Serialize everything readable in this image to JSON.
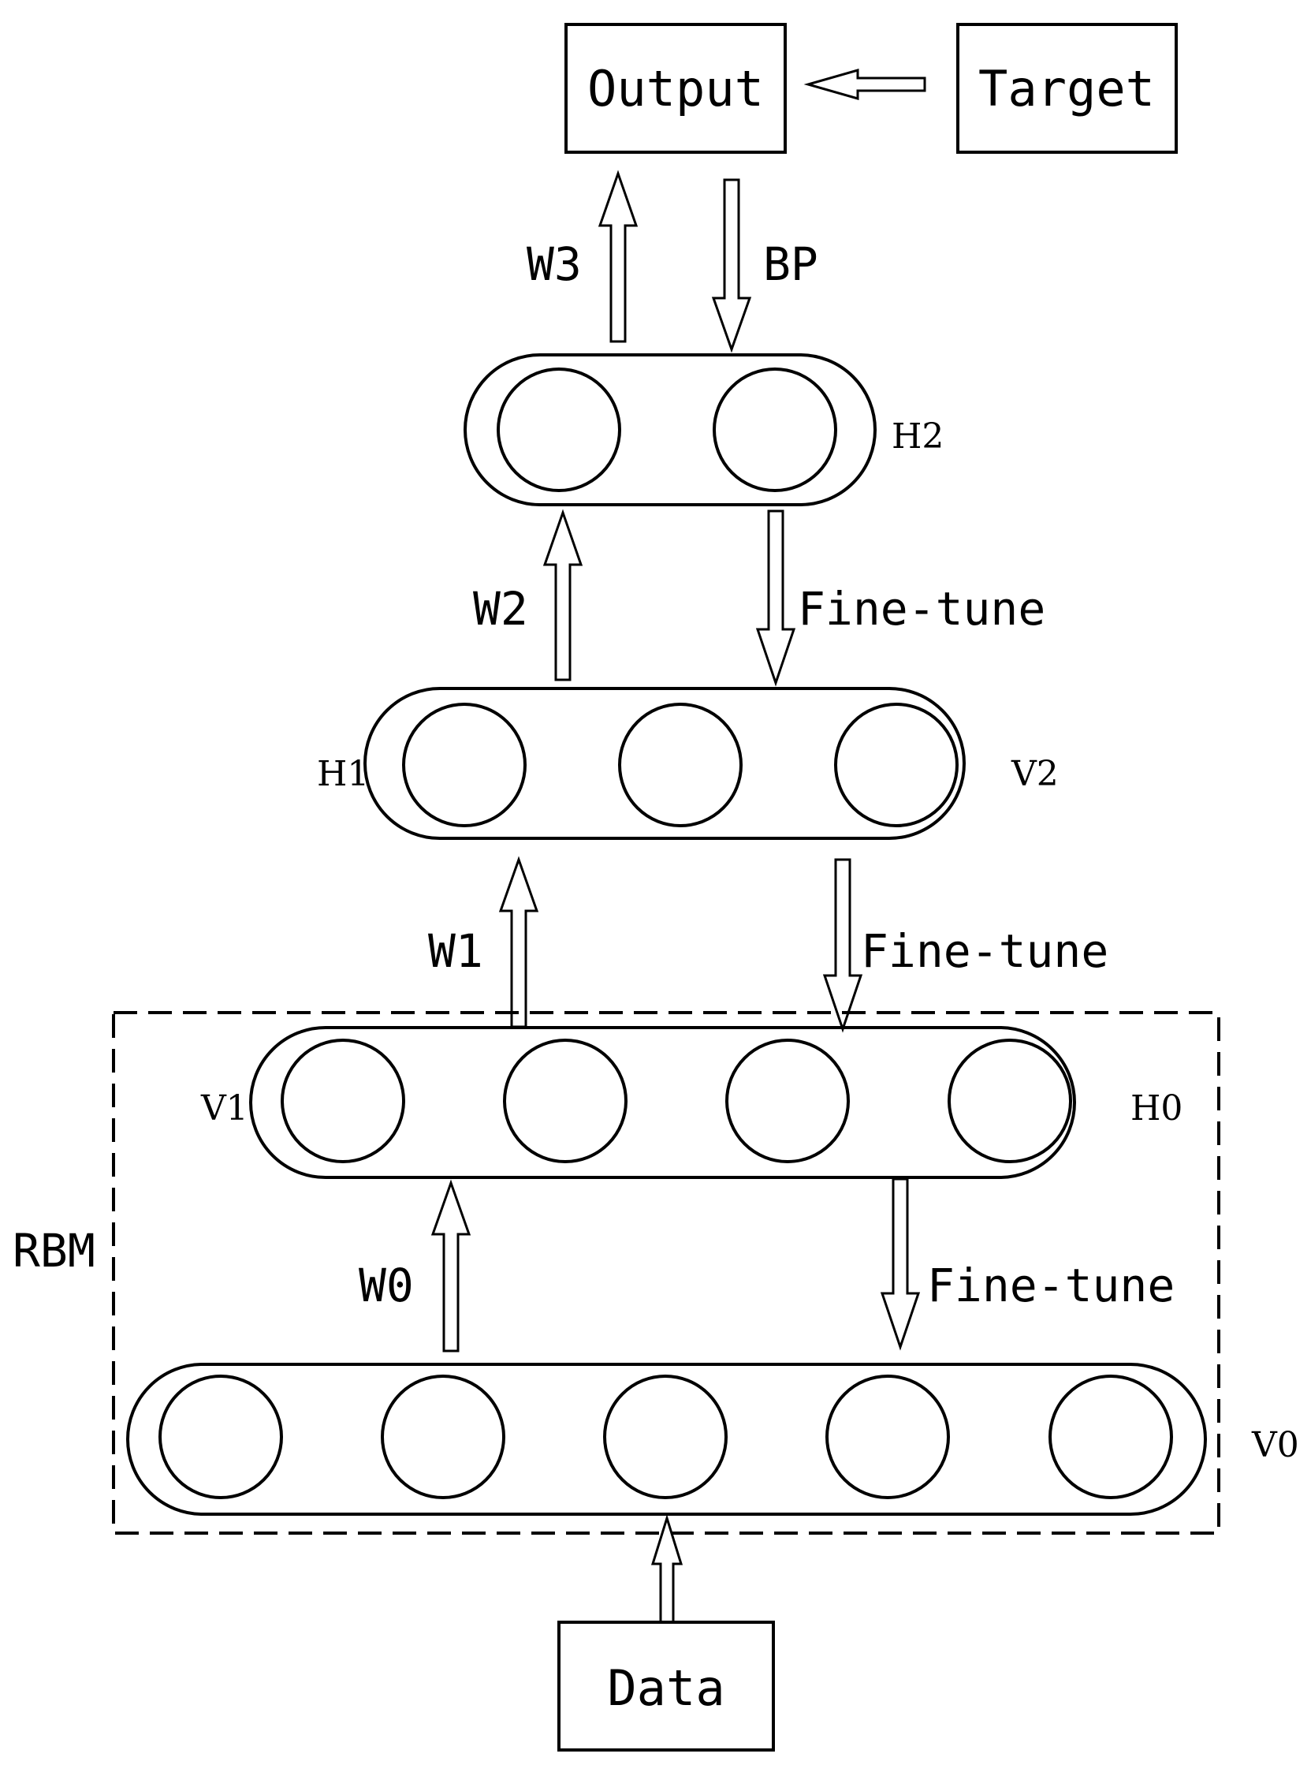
{
  "boxes": {
    "output": "Output",
    "target": "Target",
    "data": "Data"
  },
  "edges": {
    "w3": "W3",
    "bp": "BP",
    "w2": "W2",
    "fine_tune_h2_h1": "Fine-tune",
    "w1": "W1",
    "fine_tune_h1_h0": "Fine-tune",
    "w0": "W0",
    "fine_tune_h0_v0": "Fine-tune"
  },
  "layers": {
    "h2": "H2",
    "h1": "H1",
    "v2": "V2",
    "v1": "V1",
    "h0": "H0",
    "v0": "V0"
  },
  "group": {
    "rbm": "RBM"
  },
  "node_counts": {
    "h2": 2,
    "h1": 3,
    "h0": 4,
    "v0": 5
  }
}
